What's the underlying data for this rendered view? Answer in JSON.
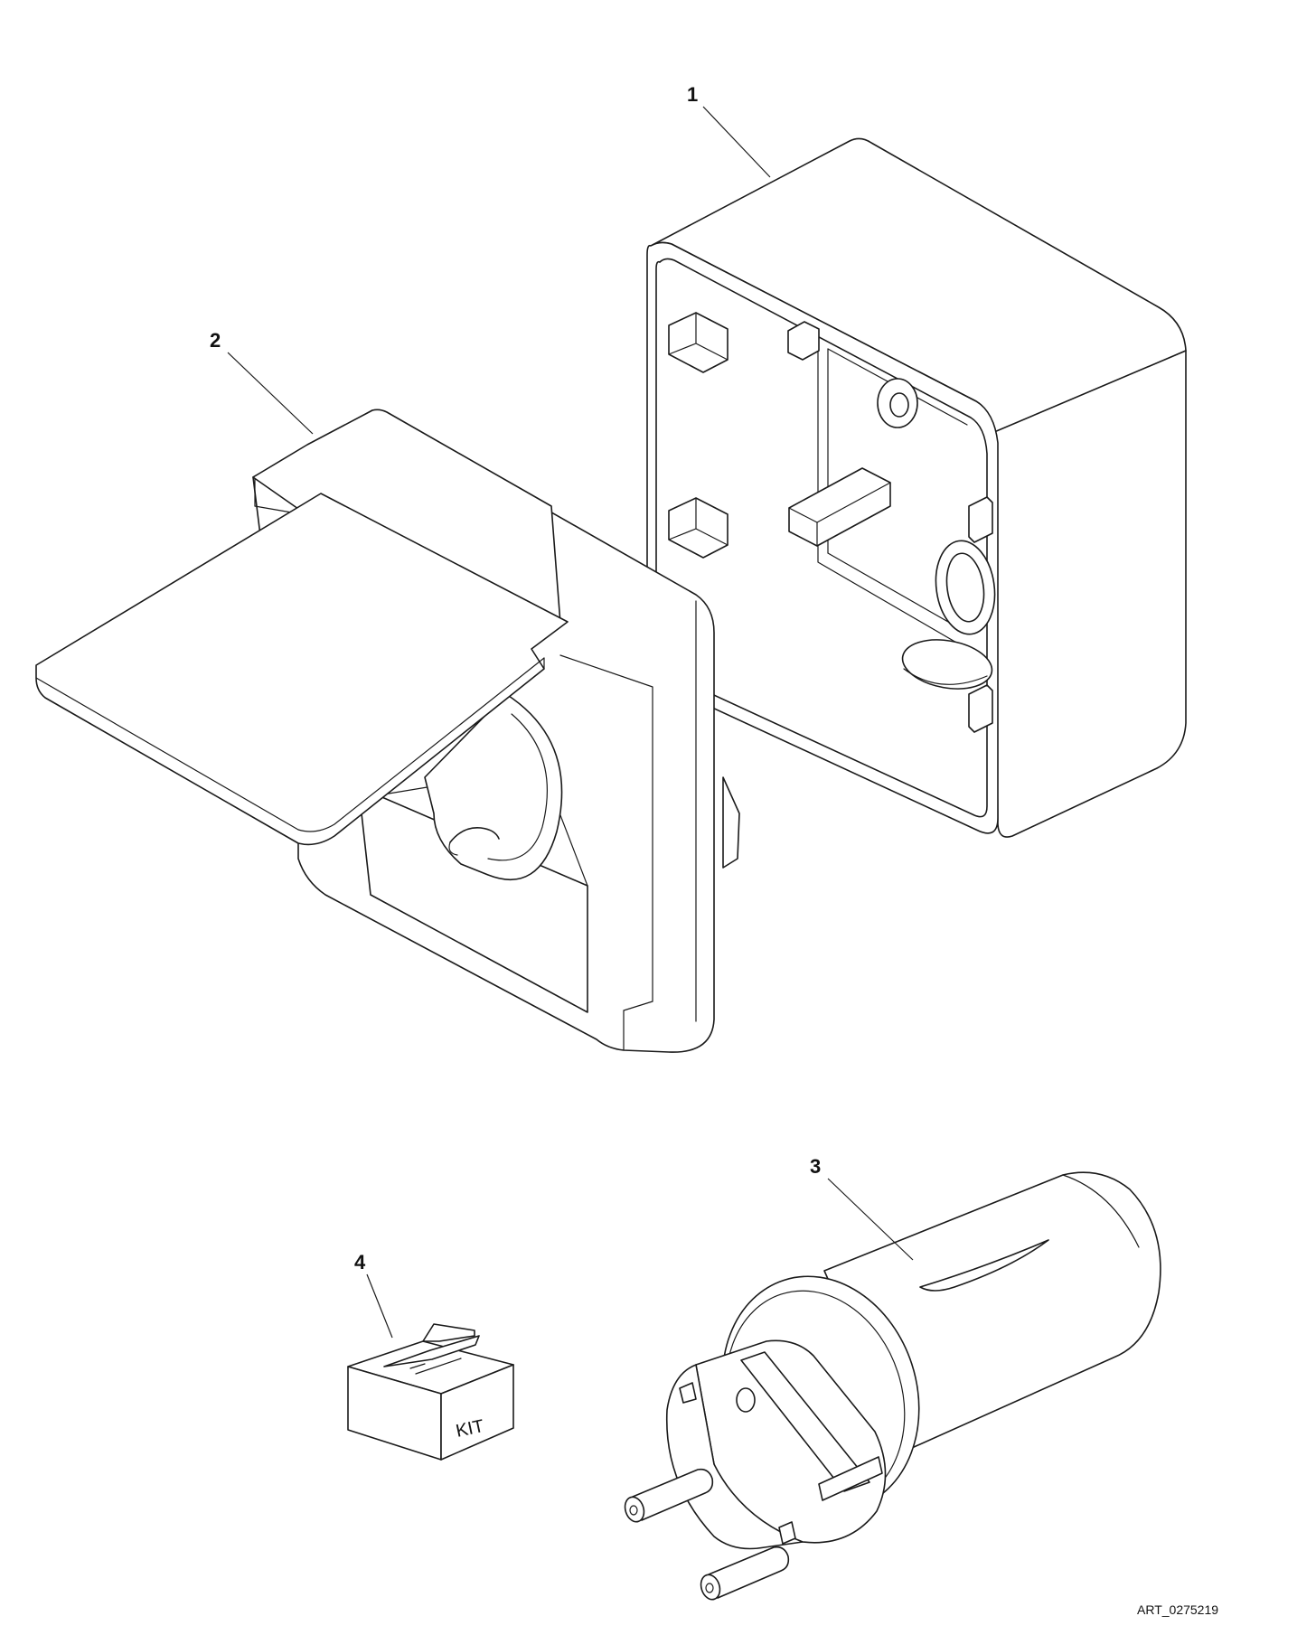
{
  "callouts": {
    "item_1": "1",
    "item_2": "2",
    "item_3": "3",
    "item_4": "4"
  },
  "kit_box_label": "KIT",
  "art_reference": "ART_0275219",
  "colors": {
    "line": "#1a1a1a",
    "background": "#ffffff"
  }
}
